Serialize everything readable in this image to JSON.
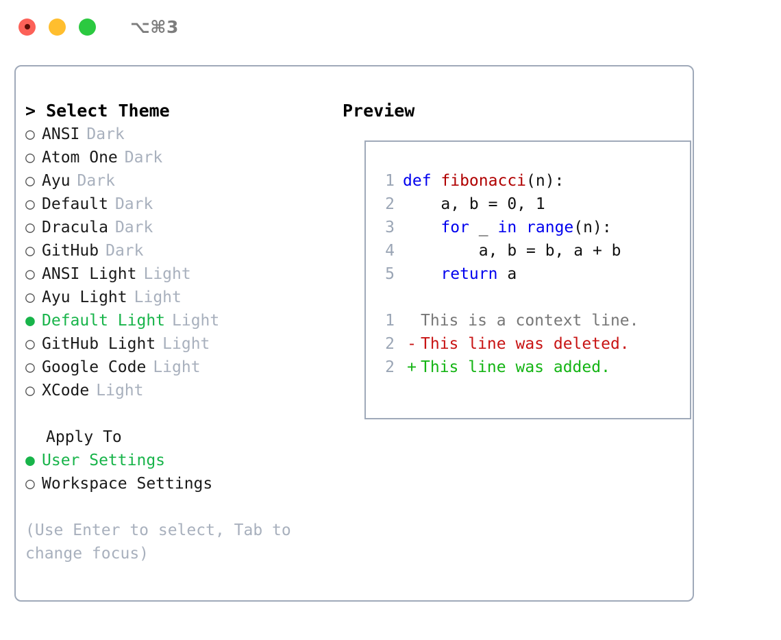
{
  "titlebar": {
    "shortcut": "⌥⌘3",
    "buttons": [
      {
        "name": "close",
        "color": "#fc6158"
      },
      {
        "name": "minimize",
        "color": "#ffbe2e"
      },
      {
        "name": "maximize",
        "color": "#2bc940"
      }
    ]
  },
  "left": {
    "header": "> Select Theme",
    "themes": [
      {
        "name": "ANSI",
        "tag": "Dark",
        "selected": false
      },
      {
        "name": "Atom One",
        "tag": "Dark",
        "selected": false
      },
      {
        "name": "Ayu",
        "tag": "Dark",
        "selected": false
      },
      {
        "name": "Default",
        "tag": "Dark",
        "selected": false
      },
      {
        "name": "Dracula",
        "tag": "Dark",
        "selected": false
      },
      {
        "name": "GitHub",
        "tag": "Dark",
        "selected": false
      },
      {
        "name": "ANSI Light",
        "tag": "Light",
        "selected": false
      },
      {
        "name": "Ayu Light",
        "tag": "Light",
        "selected": false
      },
      {
        "name": "Default Light",
        "tag": "Light",
        "selected": true
      },
      {
        "name": "GitHub Light",
        "tag": "Light",
        "selected": false
      },
      {
        "name": "Google Code",
        "tag": "Light",
        "selected": false
      },
      {
        "name": "XCode",
        "tag": "Light",
        "selected": false
      }
    ],
    "apply_to": {
      "heading": "Apply To",
      "options": [
        {
          "label": "User Settings",
          "selected": true
        },
        {
          "label": "Workspace Settings",
          "selected": false
        }
      ]
    },
    "hint": "(Use Enter to select, Tab to change focus)"
  },
  "right": {
    "header": "Preview",
    "code_lines": [
      {
        "no": "1",
        "tokens": [
          {
            "t": "def ",
            "c": "kw"
          },
          {
            "t": "fibonacci",
            "c": "fn"
          },
          {
            "t": "(n):",
            "c": "pl"
          }
        ]
      },
      {
        "no": "2",
        "tokens": [
          {
            "t": "    a, b = 0, 1",
            "c": "pl"
          }
        ]
      },
      {
        "no": "3",
        "tokens": [
          {
            "t": "    ",
            "c": "pl"
          },
          {
            "t": "for",
            "c": "kw"
          },
          {
            "t": " _ ",
            "c": "pl"
          },
          {
            "t": "in",
            "c": "kw"
          },
          {
            "t": " ",
            "c": "pl"
          },
          {
            "t": "range",
            "c": "bi"
          },
          {
            "t": "(n):",
            "c": "pl"
          }
        ]
      },
      {
        "no": "4",
        "tokens": [
          {
            "t": "        a, b = b, a + b",
            "c": "pl"
          }
        ]
      },
      {
        "no": "5",
        "tokens": [
          {
            "t": "    ",
            "c": "pl"
          },
          {
            "t": "return",
            "c": "kw"
          },
          {
            "t": " a",
            "c": "pl"
          }
        ]
      }
    ],
    "diff_lines": [
      {
        "no": "1",
        "mark": " ",
        "text": "This is a context line.",
        "kind": "ctx"
      },
      {
        "no": "2",
        "mark": "-",
        "text": "This line was deleted.",
        "kind": "del"
      },
      {
        "no": "2",
        "mark": "+",
        "text": "This line was added.",
        "kind": "add"
      }
    ]
  },
  "colors": {
    "accent_green": "#18b44a",
    "muted": "#a8b0bd",
    "border": "#9fa9b9",
    "keyword": "#0000ee",
    "function": "#b00000",
    "diff_add": "#14b414",
    "diff_del": "#c81414"
  }
}
